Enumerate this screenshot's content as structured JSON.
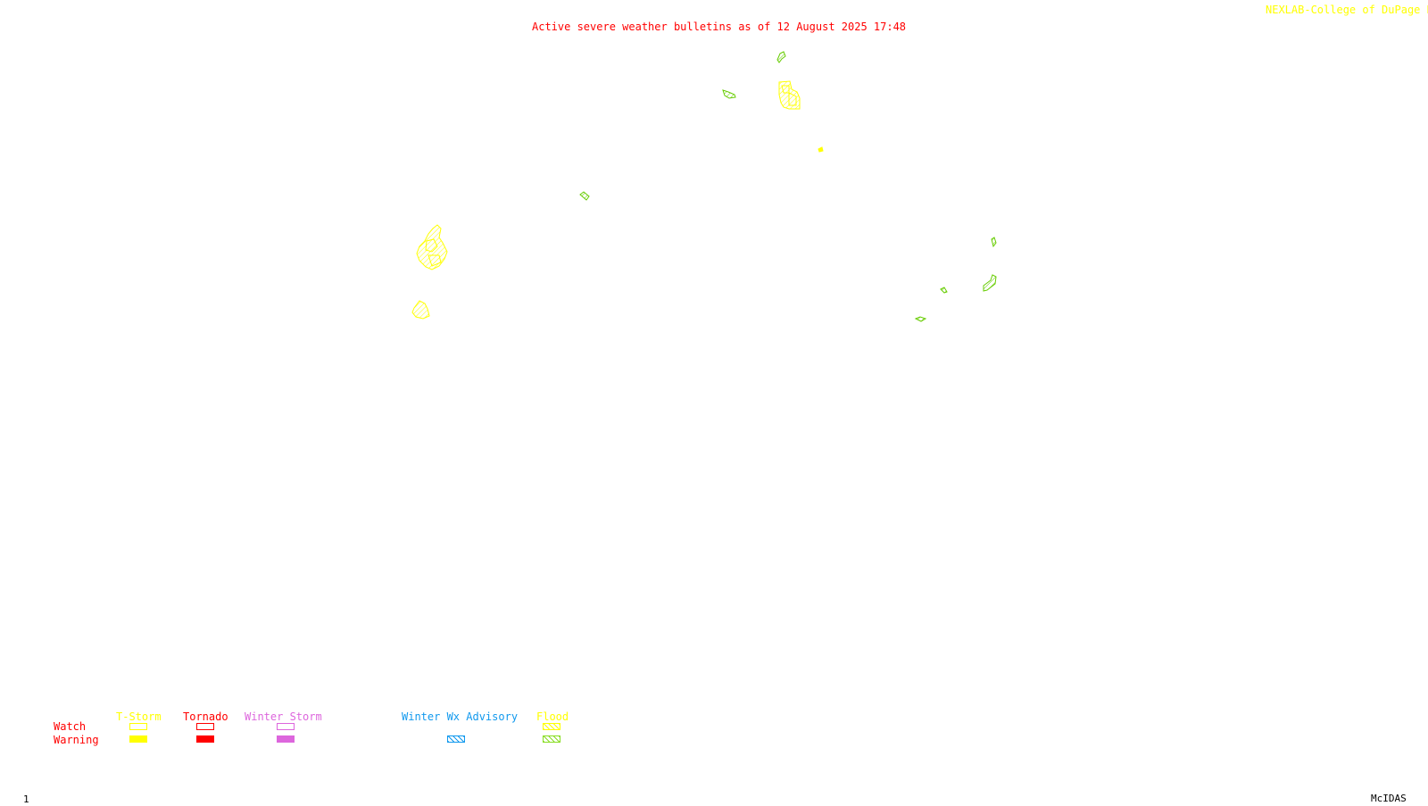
{
  "header": {
    "title": "Active severe weather bulletins as of 12 August 2025 17:48",
    "source": "NEXLAB-College of DuPage R",
    "frame_number": "1",
    "software": "McIDAS"
  },
  "legend": {
    "rows": {
      "watch": "Watch",
      "warning": "Warning"
    },
    "categories": [
      {
        "label": "T-Storm",
        "color": "#ffff00",
        "watch_style": "outline",
        "warning_style": "solid"
      },
      {
        "label": "Tornado",
        "color": "#ff0000",
        "watch_style": "outline",
        "warning_style": "solid"
      },
      {
        "label": "Winter Storm",
        "color": "#dd66dd",
        "watch_style": "outline",
        "warning_style": "solid"
      },
      {
        "label": "Winter Wx Advisory",
        "color": "#1199ee",
        "warning_style": "hatched"
      },
      {
        "label": "Flood",
        "color": "#88dd22",
        "watch_style": "hatched-yellow",
        "warning_style": "hatched"
      }
    ]
  },
  "colors": {
    "background": "#ffffff",
    "title": "#ff0000",
    "source": "#ffff00",
    "tstorm": "#ffff00",
    "flood": "#66cc00"
  },
  "bulletins": [
    {
      "type": "flood",
      "icon": "flood-polygon-icon"
    },
    {
      "type": "flood",
      "icon": "flood-polygon-icon"
    },
    {
      "type": "tstorm",
      "icon": "tstorm-polygon-icon"
    },
    {
      "type": "tstorm",
      "icon": "tstorm-polygon-icon"
    },
    {
      "type": "flood",
      "icon": "flood-polygon-icon"
    },
    {
      "type": "tstorm",
      "icon": "tstorm-polygon-icon"
    },
    {
      "type": "tstorm",
      "icon": "tstorm-polygon-icon"
    },
    {
      "type": "flood",
      "icon": "flood-polygon-icon"
    },
    {
      "type": "flood",
      "icon": "flood-polygon-icon"
    },
    {
      "type": "flood",
      "icon": "flood-polygon-icon"
    },
    {
      "type": "flood",
      "icon": "flood-polygon-icon"
    }
  ]
}
